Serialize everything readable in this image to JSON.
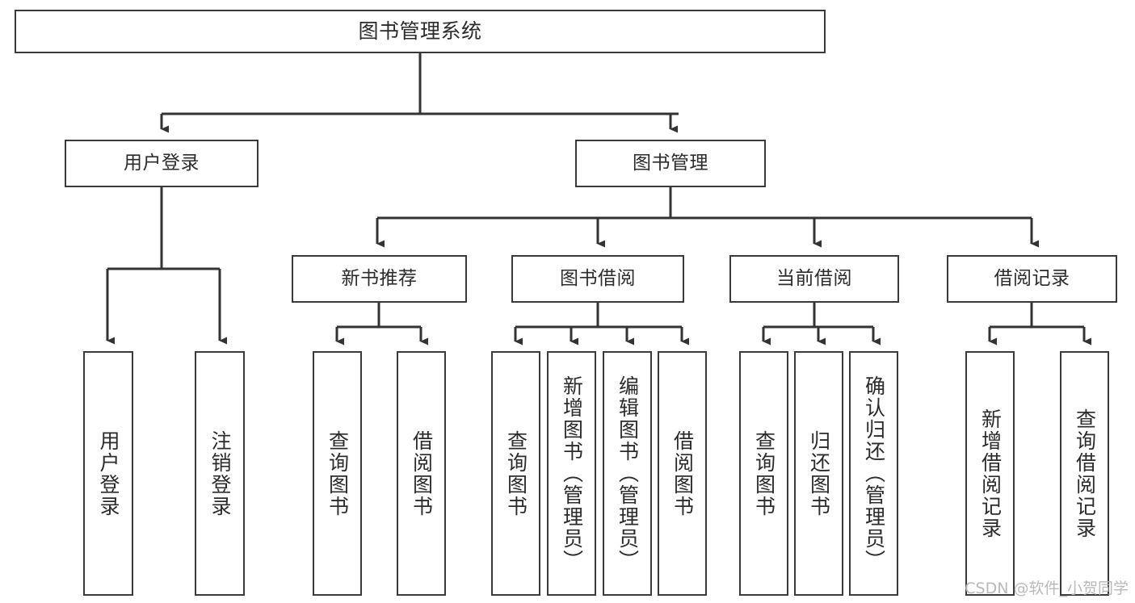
{
  "diagram": {
    "type": "tree-hierarchy",
    "title": "图书管理系统",
    "watermark": "CSDN @软件_小贺同学",
    "colors": {
      "box_border": "#3a3a3a",
      "box_fill": "#ffffff",
      "connector": "#333333",
      "text": "#2b2b2b",
      "watermark": "#b9b9b9",
      "background": "#ffffff"
    },
    "root": {
      "label": "图书管理系统"
    },
    "level2": [
      {
        "label": "用户登录"
      },
      {
        "label": "图书管理"
      }
    ],
    "level3": [
      {
        "label": "新书推荐"
      },
      {
        "label": "图书借阅"
      },
      {
        "label": "当前借阅"
      },
      {
        "label": "借阅记录"
      }
    ],
    "leaves": {
      "user_login": [
        {
          "label": "用户登录"
        },
        {
          "label": "注销登录"
        }
      ],
      "new_book_recommend": [
        {
          "label": "查询图书"
        },
        {
          "label": "借阅图书"
        }
      ],
      "book_borrow": [
        {
          "label": "查询图书"
        },
        {
          "label": "新增图书（管理员）"
        },
        {
          "label": "编辑图书（管理员）"
        },
        {
          "label": "借阅图书"
        }
      ],
      "current_borrow": [
        {
          "label": "查询图书"
        },
        {
          "label": "归还图书"
        },
        {
          "label": "确认归还（管理员）"
        }
      ],
      "borrow_record": [
        {
          "label": "新增借阅记录"
        },
        {
          "label": "查询借阅记录"
        }
      ]
    }
  }
}
